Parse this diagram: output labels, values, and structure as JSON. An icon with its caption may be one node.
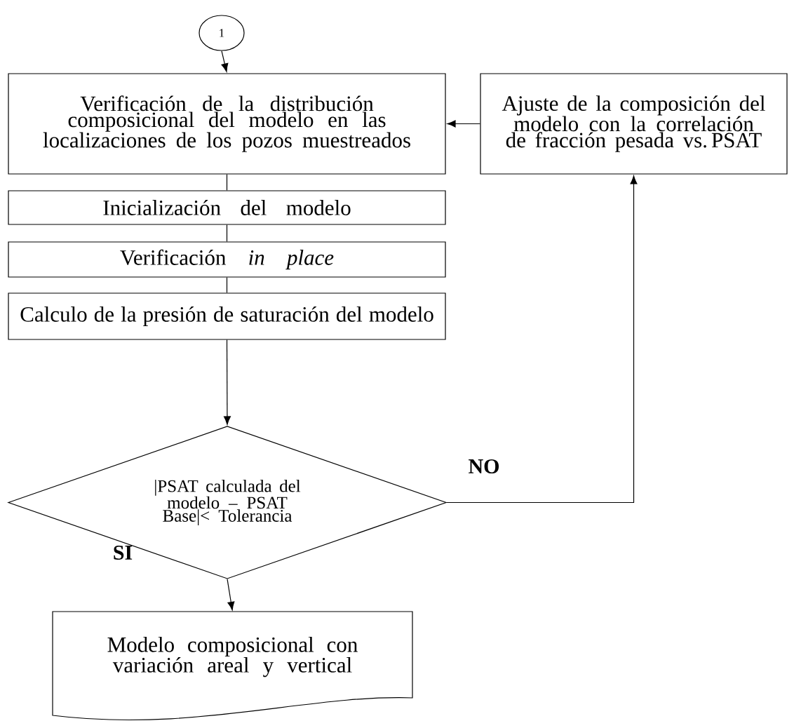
{
  "diagram": {
    "nodes": [
      {
        "text": [
          "1"
        ]
      },
      {
        "text": [
          "Verificación de la distribución composicional del modelo en las localizaciones de los pozos muestreados"
        ]
      },
      {
        "text": [
          "Inicialización del modelo"
        ]
      },
      {
        "text": [
          "Verificación *in place*"
        ]
      },
      {
        "text": [
          "Calculo de la presión de saturación del modelo"
        ]
      },
      {
        "text": [
          "|PSAT calculada del modelo – PSAT Base|< Tolerancia"
        ]
      },
      {
        "text": [
          "Modelo composicional con variación areal y vertical"
        ]
      },
      {
        "text": [
          "Ajuste de la composición del modelo con la correlación de fracción pesada vs. PSAT"
        ]
      }
    ],
    "edges": [
      {
        "from": 0,
        "to": 1,
        "arrow": "to"
      },
      {
        "from": 1,
        "to": 2,
        "arrow": "none"
      },
      {
        "from": 2,
        "to": 3,
        "arrow": "none"
      },
      {
        "from": 3,
        "to": 4,
        "arrow": "none"
      },
      {
        "from": 4,
        "to": 5,
        "arrow": "to"
      },
      {
        "from": 5,
        "to": 6,
        "arrow": "to",
        "label": "SI"
      },
      {
        "from": 5,
        "to": 7,
        "arrow": "to",
        "label": "NO"
      },
      {
        "from": 7,
        "to": 1,
        "arrow": "to"
      }
    ]
  }
}
